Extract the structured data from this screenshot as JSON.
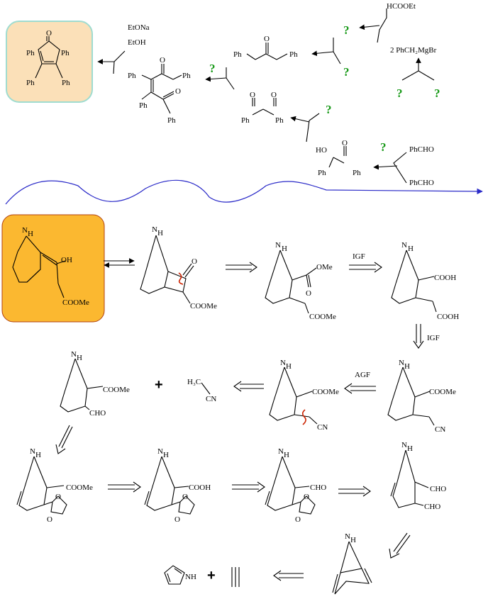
{
  "colors": {
    "green": "#1a9a1a",
    "peach": "#fbe0b8",
    "teal": "#9fdcd0",
    "orange": "#fbb830",
    "wave": "#2a2ac8",
    "red": "#cc2200"
  },
  "labels": {
    "ph": "Ph",
    "o": "O",
    "oh": "OH",
    "n": "N",
    "h": "H",
    "nh": "NH",
    "etona": "EtONa",
    "etoh": "EtOH",
    "hcooet": "HCOOEt",
    "grignard": "2 PhCH₂MgBr",
    "phcho": "PhCHO",
    "ho": "HO",
    "q": "?",
    "plus": "+",
    "igf": "IGF",
    "agf": "AGF",
    "coome": "COOMe",
    "ome": "OMe",
    "cooh": "COOH",
    "cho": "CHO",
    "cn": "CN",
    "h3c": "H₃C"
  }
}
